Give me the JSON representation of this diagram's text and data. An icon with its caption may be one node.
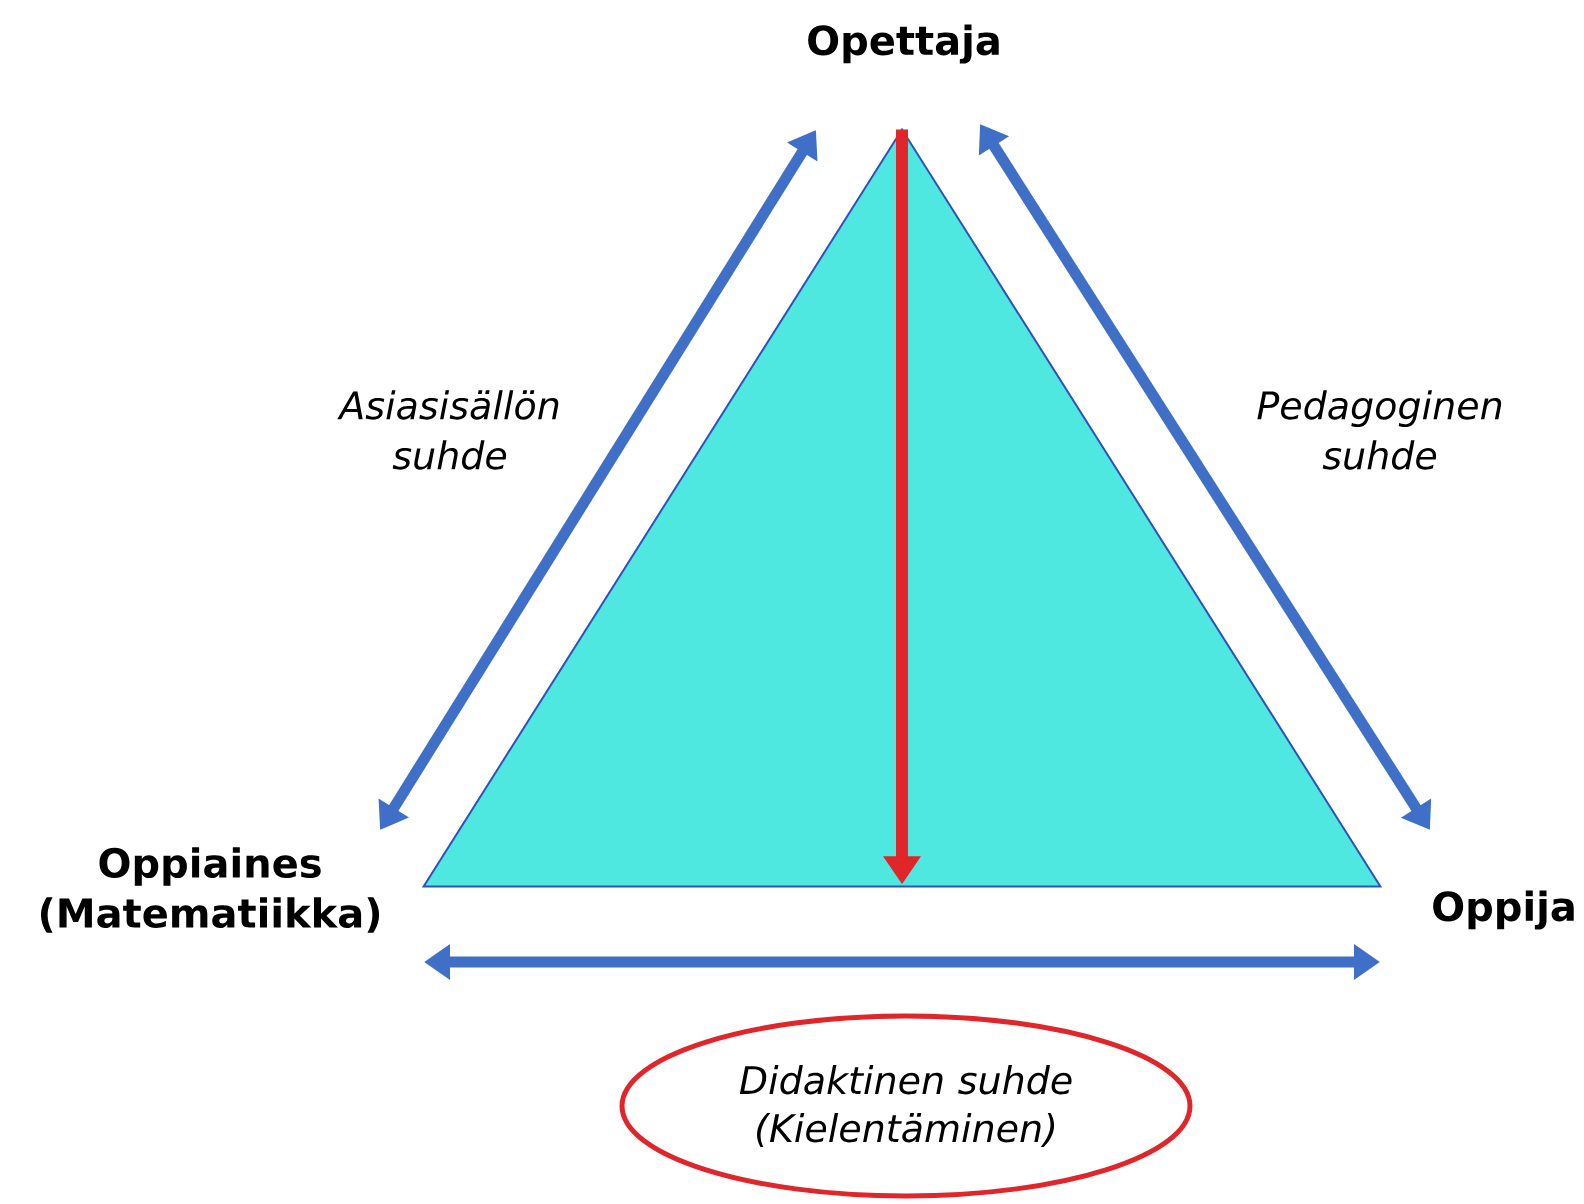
{
  "diagram": {
    "nodes": [
      {
        "text": [
          "Opettaja"
        ]
      },
      {
        "text": [
          "Oppiaines (Matematiikka)"
        ]
      },
      {
        "text": [
          "Oppija"
        ]
      },
      {
        "text": [],
        "shape": "triangle"
      },
      {
        "text": [
          "Didaktinen suhde (Kielentäminen)"
        ]
      }
    ],
    "edges": [
      {
        "from": 0,
        "to": 1,
        "arrow": "both",
        "label": "Asiasisällön suhde"
      },
      {
        "from": 0,
        "to": 2,
        "arrow": "both",
        "label": "Pedagoginen suhde"
      },
      {
        "from": 1,
        "to": 2,
        "arrow": "both"
      }
    ]
  }
}
